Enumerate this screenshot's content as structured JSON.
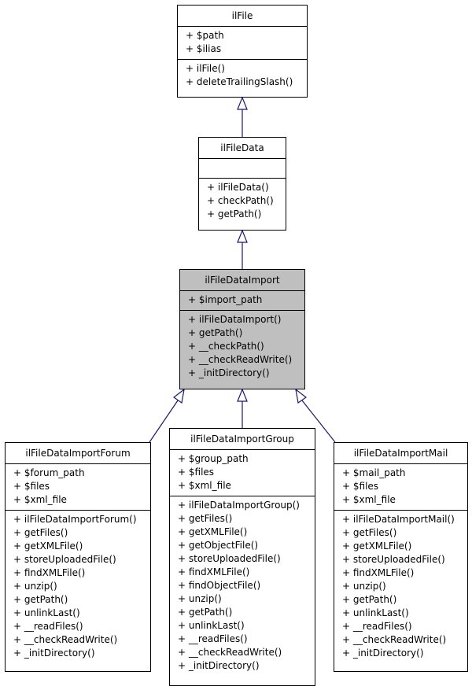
{
  "classes": {
    "ilFile": {
      "name": "ilFile",
      "attributes": [
        "+ $path",
        "+ $ilias"
      ],
      "methods": [
        "+ ilFile()",
        "+ deleteTrailingSlash()"
      ]
    },
    "ilFileData": {
      "name": "ilFileData",
      "attributes": [],
      "methods": [
        "+ ilFileData()",
        "+ checkPath()",
        "+ getPath()"
      ]
    },
    "ilFileDataImport": {
      "name": "ilFileDataImport",
      "attributes": [
        "+ $import_path"
      ],
      "methods": [
        "+ ilFileDataImport()",
        "+ getPath()",
        "+ __checkPath()",
        "+ __checkReadWrite()",
        "+ _initDirectory()"
      ]
    },
    "ilFileDataImportForum": {
      "name": "ilFileDataImportForum",
      "attributes": [
        "+ $forum_path",
        "+ $files",
        "+ $xml_file"
      ],
      "methods": [
        "+ ilFileDataImportForum()",
        "+ getFiles()",
        "+ getXMLFile()",
        "+ storeUploadedFile()",
        "+ findXMLFile()",
        "+ unzip()",
        "+ getPath()",
        "+ unlinkLast()",
        "+ __readFiles()",
        "+ __checkReadWrite()",
        "+ _initDirectory()"
      ]
    },
    "ilFileDataImportGroup": {
      "name": "ilFileDataImportGroup",
      "attributes": [
        "+ $group_path",
        "+ $files",
        "+ $xml_file"
      ],
      "methods": [
        "+ ilFileDataImportGroup()",
        "+ getFiles()",
        "+ getXMLFile()",
        "+ getObjectFile()",
        "+ storeUploadedFile()",
        "+ findXMLFile()",
        "+ findObjectFile()",
        "+ unzip()",
        "+ getPath()",
        "+ unlinkLast()",
        "+ __readFiles()",
        "+ __checkReadWrite()",
        "+ _initDirectory()"
      ]
    },
    "ilFileDataImportMail": {
      "name": "ilFileDataImportMail",
      "attributes": [
        "+ $mail_path",
        "+ $files",
        "+ $xml_file"
      ],
      "methods": [
        "+ ilFileDataImportMail()",
        "+ getFiles()",
        "+ getXMLFile()",
        "+ storeUploadedFile()",
        "+ findXMLFile()",
        "+ unzip()",
        "+ getPath()",
        "+ unlinkLast()",
        "+ __readFiles()",
        "+ __checkReadWrite()",
        "+ _initDirectory()"
      ]
    }
  },
  "colors": {
    "edge": "#191970",
    "focus_fill": "#bfbfbf",
    "box_fill": "#ffffff"
  }
}
